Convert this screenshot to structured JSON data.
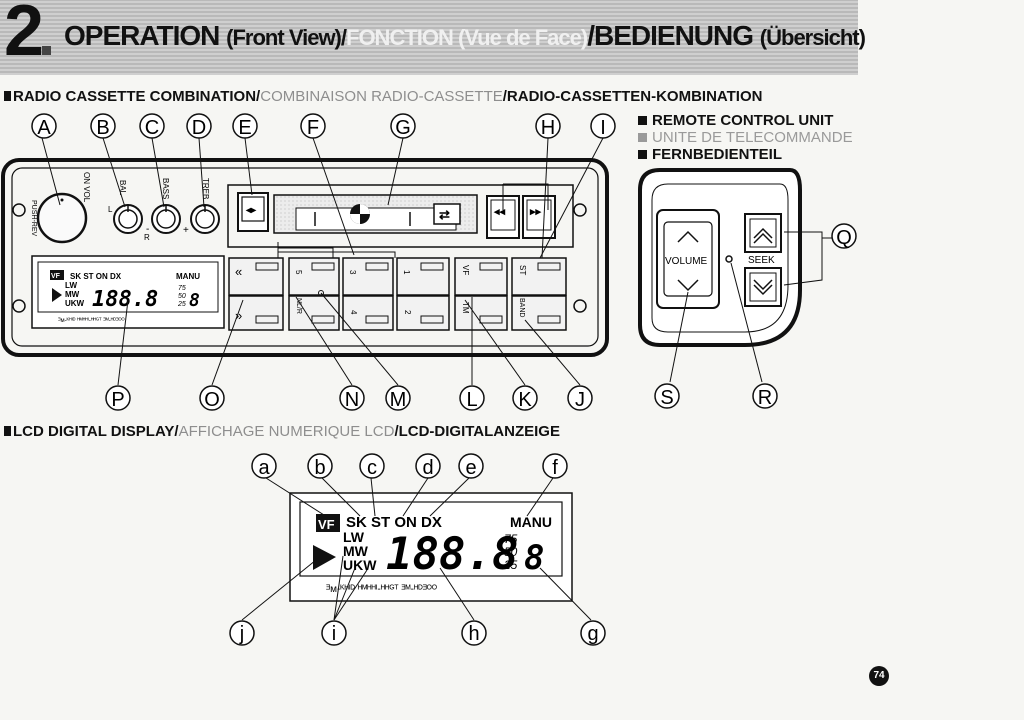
{
  "header": {
    "chapter_number": "2",
    "title_en": "OPERATION",
    "title_en_sub": "(Front View)/",
    "title_fr": "FONCTION (Vue de Face)",
    "title_de": "/BEDIENUNG",
    "title_de_sub": "(Übersicht)"
  },
  "sections": {
    "radio_en": "RADIO CASSETTE COMBINATION/",
    "radio_fr": "COMBINAISON RADIO-CASSETTE",
    "radio_de": "/RADIO-CASSETTEN-KOMBINATION",
    "remote_en": "REMOTE CONTROL UNIT",
    "remote_fr": "UNITE DE TELECOMMANDE",
    "remote_de": "FERNBEDIENTEIL",
    "lcd_en": "LCD DIGITAL DISPLAY/",
    "lcd_fr": "AFFICHAGE NUMERIQUE LCD",
    "lcd_de": "/LCD-DIGITALANZEIGE"
  },
  "unit_labels": {
    "on_vol": "ON VOL",
    "push_rev": "PUSH-REV",
    "bal": "BAL",
    "bass": "BASS",
    "treb": "TREB",
    "l": "L",
    "r": "R",
    "minus": "-",
    "plus": "+",
    "preset_5": "5",
    "preset_3": "3",
    "preset_1": "1",
    "preset_4": "4",
    "preset_2": "2",
    "nlr": "NL/R",
    "vf": "VF",
    "tm": "TM",
    "st": "ST",
    "band": "BAND",
    "scan_up": "«",
    "scan_down": "»"
  },
  "lcd_small": {
    "vf": "VF",
    "row1": "SK ST ON DX",
    "manu": "MANU",
    "lw": "LW",
    "mw": "MW",
    "ukw": "UKW",
    "digits": "188.8",
    "d75": "75",
    "d50": "50",
    "d25": "25",
    "d8": "8",
    "bottom": "ᴲᴍ-ᴷᴴᴵᴰ ᴴᴹᴴᴴᴵ-ᴴᴴᴳᵀ ᴲᴹ-ᴴᴰᴲᴼᴼ"
  },
  "lcd_large": {
    "vf": "VF",
    "row1": "SK ST ON DX",
    "manu": "MANU",
    "lw": "LW",
    "mw": "MW",
    "ukw": "UKW",
    "digits": "188.8",
    "d75": "75",
    "d50": "50",
    "d25": "25",
    "d8": "8",
    "bottom": "ᴲᴍ-ᴷᴴᴵᴰ ᴴᴹᴴᴴᴵ-ᴴᴴᴳᵀ ᴲᴹ-ᴴᴰᴲᴼᴼ"
  },
  "remote": {
    "volume": "VOLUME",
    "seek": "SEEK"
  },
  "callouts": {
    "A": "A",
    "B": "B",
    "C": "C",
    "D": "D",
    "E": "E",
    "F": "F",
    "G": "G",
    "H": "H",
    "I": "I",
    "J": "J",
    "K": "K",
    "L": "L",
    "M": "M",
    "N": "N",
    "O": "O",
    "P": "P",
    "Q": "Q",
    "R": "R",
    "S": "S",
    "a": "a",
    "b": "b",
    "c": "c",
    "d": "d",
    "e": "e",
    "f": "f",
    "g": "g",
    "h": "h",
    "i": "i",
    "j": "j"
  },
  "page_number": "74",
  "colors": {
    "ink": "#111111",
    "french_gray": "#8e8e8e",
    "banner": "#c4c4c4"
  }
}
